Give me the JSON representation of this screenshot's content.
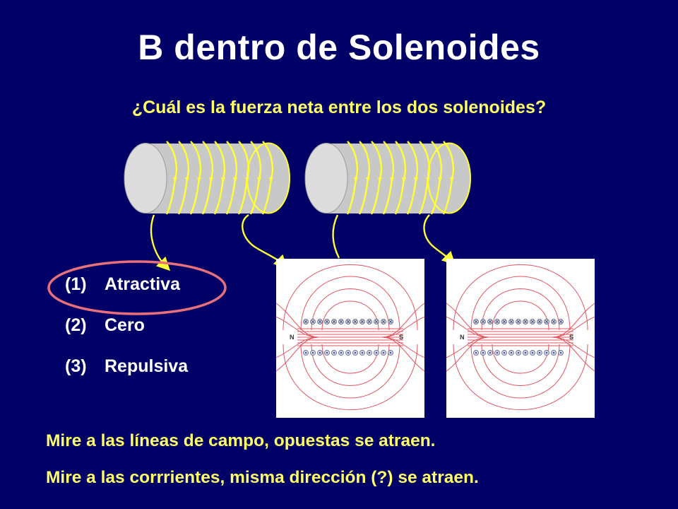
{
  "slide": {
    "title": "B dentro de Solenoides",
    "question": "¿Cuál es la fuerza neta entre los dos solenoides?"
  },
  "options": [
    {
      "number": "(1)",
      "label": "Atractiva",
      "selected": true
    },
    {
      "number": "(2)",
      "label": "Cero",
      "selected": false
    },
    {
      "number": "(3)",
      "label": "Repulsiva",
      "selected": false
    }
  ],
  "hints": [
    "Mire a las líneas de campo, opuestas se atraen.",
    "Mire a las corrrientes, misma dirección (?) se atraen."
  ],
  "field_diagrams": [
    {
      "north_label": "N",
      "south_label": "S"
    },
    {
      "north_label": "N",
      "south_label": "S"
    }
  ],
  "colors": {
    "background": "#000066",
    "title": "#ffffff",
    "question": "#ffff66",
    "coil_wire": "#ffff33",
    "cylinder": "#c8c8c8",
    "field_line": "#e05560",
    "selection_ellipse": "#e8707a"
  }
}
